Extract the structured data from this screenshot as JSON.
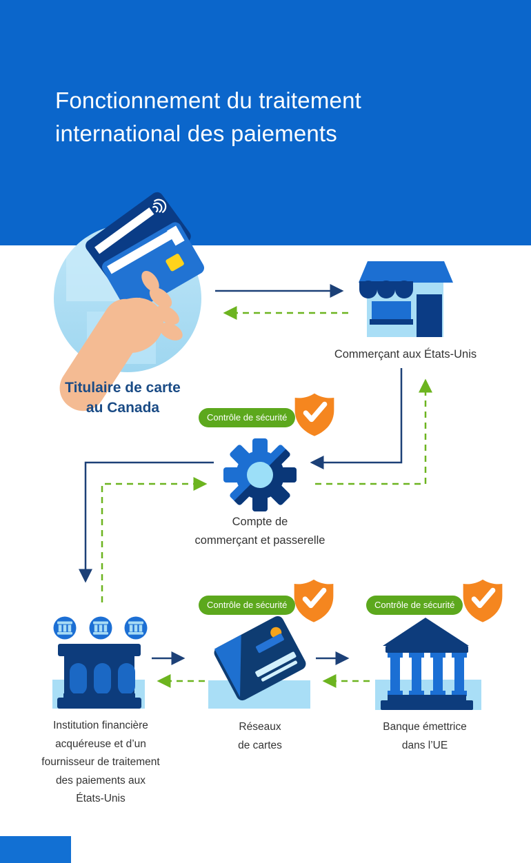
{
  "title": {
    "line1": "Fonctionnement du traitement",
    "line2": "international des paiements"
  },
  "security_badge": {
    "label": "Contrôle de sécurité"
  },
  "nodes": {
    "cardholder": {
      "line1": "Titulaire de carte",
      "line2": "au Canada",
      "icon": "hand-holding-credit-cards"
    },
    "merchant": {
      "label": "Commerçant aux États-Unis",
      "icon": "storefront"
    },
    "gateway": {
      "line1": "Compte de",
      "line2": "commerçant et passerelle",
      "icon": "gear"
    },
    "acquirer": {
      "lines": [
        "Institution financière",
        "acquéreuse et d’un",
        "fournisseur de traitement",
        "des paiements aux",
        "États-Unis"
      ],
      "icon": "bank-with-coins"
    },
    "networks": {
      "line1": "Réseaux",
      "line2": "de cartes",
      "icon": "credit-card"
    },
    "issuer": {
      "line1": "Banque émettrice",
      "line2": "dans l’UE",
      "icon": "classical-bank"
    }
  },
  "colors": {
    "header_blue": "#0B66CB",
    "navy": "#0C3C80",
    "arrow_navy": "#1C4077",
    "medium_blue": "#1C6FD2",
    "light_blue": "#A9DEF6",
    "green": "#5CA81D",
    "arrow_green": "#6CB41F",
    "orange": "#F5861F",
    "chip_yellow": "#FFD31C",
    "skin": "#F4BB93"
  }
}
